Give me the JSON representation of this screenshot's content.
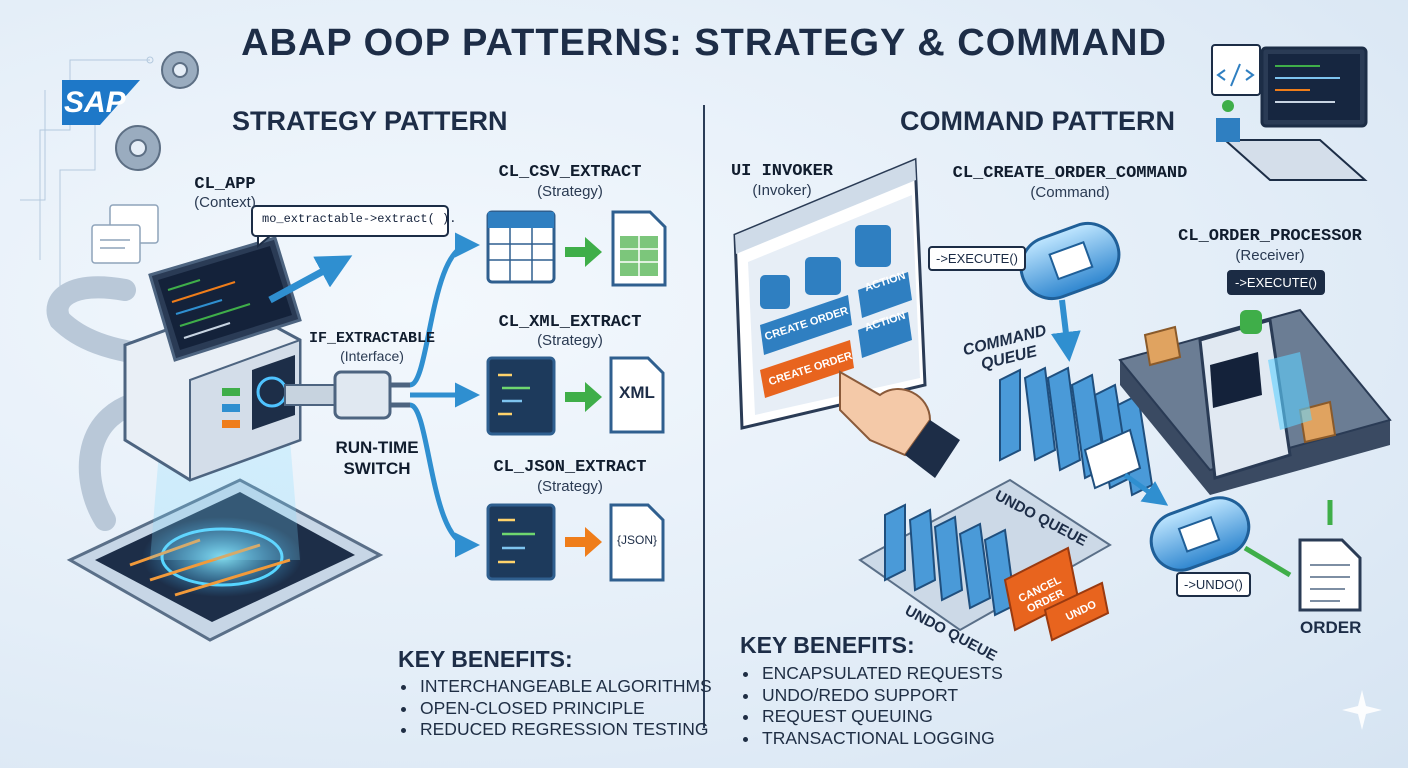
{
  "title": "ABAP OOP PATTERNS: STRATEGY & COMMAND",
  "strategy": {
    "heading": "STRATEGY PATTERN",
    "context": {
      "name": "CL_APP",
      "role": "(Context)"
    },
    "call_code": "mo_extractable->extract( ).",
    "interface": {
      "name": "IF_EXTRACTABLE",
      "role": "(Interface)"
    },
    "switch_label": "RUN-TIME SWITCH",
    "strategies": [
      {
        "name": "CL_CSV_EXTRACT",
        "role": "(Strategy)",
        "file_label": ""
      },
      {
        "name": "CL_XML_EXTRACT",
        "role": "(Strategy)",
        "file_label": "XML"
      },
      {
        "name": "CL_JSON_EXTRACT",
        "role": "(Strategy)",
        "file_label": "{JSON}"
      }
    ],
    "benefits_heading": "KEY BENEFITS:",
    "benefits": [
      "INTERCHANGEABLE ALGORITHMS",
      "OPEN-CLOSED PRINCIPLE",
      "REDUCED REGRESSION TESTING"
    ]
  },
  "command": {
    "heading": "COMMAND PATTERN",
    "invoker": {
      "name": "UI INVOKER",
      "role": "(Invoker)",
      "buttons": [
        "CREATE ORDER",
        "ACTION",
        "ACTION",
        "CREATE ORDER"
      ]
    },
    "command_obj": {
      "name": "CL_CREATE_ORDER_COMMAND",
      "role": "(Command)"
    },
    "execute_tag_1": "->EXECUTE()",
    "execute_tag_2": "->EXECUTE()",
    "receiver": {
      "name": "CL_ORDER_PROCESSOR",
      "role": "(Receiver)"
    },
    "command_queue": "COMMAND QUEUE",
    "undo_queue": "UNDO QUEUE",
    "undo_queue_2": "UNDO QUEUE",
    "cancel_button": "CANCEL ORDER",
    "undo_button": "UNDO",
    "undo_tag": "->UNDO()",
    "order_label": "ORDER",
    "benefits_heading": "KEY BENEFITS:",
    "benefits": [
      "ENCAPSULATED REQUESTS",
      "UNDO/REDO SUPPORT",
      "REQUEST QUEUING",
      "TRANSACTIONAL LOGGING"
    ]
  },
  "logo": "SAP",
  "colors": {
    "accent_blue": "#2f8fd0",
    "arrow_green": "#3fae49",
    "arrow_orange": "#ef7d1a",
    "cancel_orange": "#e8641e",
    "navy": "#1d2d47"
  }
}
